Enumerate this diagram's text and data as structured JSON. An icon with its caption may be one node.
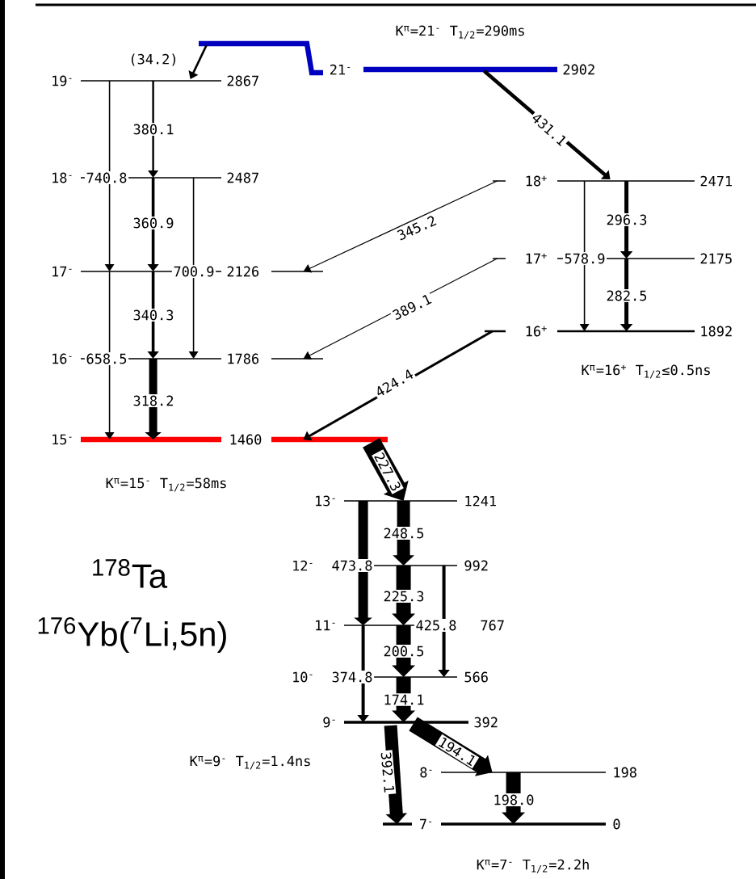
{
  "diagram": {
    "nodes": [
      {
        "text": [
          "21$^{-}$",
          "2902"
        ]
      },
      {
        "text": [
          "19$^{-}$",
          "2867"
        ]
      },
      {
        "text": [
          "18$^{-}$",
          "2487"
        ]
      },
      {
        "text": [
          "18$^{+}$",
          "2471"
        ]
      },
      {
        "text": [
          "17$^{+}$",
          "2175"
        ]
      },
      {
        "text": [
          "17$^{-}$",
          "2126"
        ]
      },
      {
        "text": [
          "16$^{+}$",
          "1892"
        ]
      },
      {
        "text": [
          "16$^{-}$",
          "1786"
        ]
      },
      {
        "text": [
          "15$^{-}$",
          "1460"
        ]
      },
      {
        "text": [
          "13$^{-}$",
          "1241"
        ]
      },
      {
        "text": [
          "12$^{-}$",
          "992"
        ]
      },
      {
        "text": [
          "11$^{-}$",
          "767"
        ]
      },
      {
        "text": [
          "10$^{-}$",
          "566"
        ]
      },
      {
        "text": [
          "9$^{-}$",
          "392"
        ]
      },
      {
        "text": [
          "8$^{-}$",
          "198"
        ]
      },
      {
        "text": [
          "7$^{-}$",
          "0"
        ]
      }
    ],
    "edges": [
      {
        "from": 0,
        "to": 1,
        "arrow": "to",
        "label": "(34.2)"
      },
      {
        "from": 0,
        "to": 3,
        "arrow": "to",
        "label": "431.1"
      },
      {
        "from": 1,
        "to": 2,
        "arrow": "to",
        "label": "380.1"
      },
      {
        "from": 1,
        "to": 5,
        "arrow": "to",
        "label": "740.8"
      },
      {
        "from": 2,
        "to": 5,
        "arrow": "to",
        "label": "360.9"
      },
      {
        "from": 2,
        "to": 7,
        "arrow": "to",
        "label": "700.9"
      },
      {
        "from": 3,
        "to": 5,
        "arrow": "to",
        "label": "345.2"
      },
      {
        "from": 3,
        "to": 4,
        "arrow": "to",
        "label": "296.3"
      },
      {
        "from": 3,
        "to": 6,
        "arrow": "to",
        "label": "578.9"
      },
      {
        "from": 4,
        "to": 7,
        "arrow": "to",
        "label": "389.1"
      },
      {
        "from": 4,
        "to": 6,
        "arrow": "to",
        "label": "282.5"
      },
      {
        "from": 5,
        "to": 7,
        "arrow": "to",
        "label": "340.3"
      },
      {
        "from": 5,
        "to": 8,
        "arrow": "to",
        "label": "658.5"
      },
      {
        "from": 6,
        "to": 8,
        "arrow": "to",
        "label": "424.4"
      },
      {
        "from": 7,
        "to": 8,
        "arrow": "to",
        "label": "318.2",
        "style": "thick"
      },
      {
        "from": 8,
        "to": 9,
        "arrow": "to",
        "label": "227.3",
        "style": "thick"
      },
      {
        "from": 9,
        "to": 10,
        "arrow": "to",
        "label": "248.5",
        "style": "thick"
      },
      {
        "from": 9,
        "to": 11,
        "arrow": "to",
        "label": "473.8",
        "style": "thick"
      },
      {
        "from": 10,
        "to": 11,
        "arrow": "to",
        "label": "225.3",
        "style": "thick"
      },
      {
        "from": 10,
        "to": 12,
        "arrow": "to",
        "label": "425.8"
      },
      {
        "from": 11,
        "to": 12,
        "arrow": "to",
        "label": "200.5",
        "style": "thick"
      },
      {
        "from": 11,
        "to": 13,
        "arrow": "to",
        "label": "374.8"
      },
      {
        "from": 12,
        "to": 13,
        "arrow": "to",
        "label": "174.1",
        "style": "thick"
      },
      {
        "from": 13,
        "to": 15,
        "arrow": "to",
        "label": "392.1",
        "style": "thick"
      },
      {
        "from": 13,
        "to": 14,
        "arrow": "to",
        "label": "194.1",
        "style": "thick"
      },
      {
        "from": 14,
        "to": 15,
        "arrow": "to",
        "label": "198.0",
        "style": "thick"
      }
    ],
    "labels": [
      "K$^{π}$=21$^{-}$ T$_{1/2}$=290ms",
      "K$^{π}$=16$^{+}$ T$_{1/2}$≤0.5ns",
      "K$^{π}$=15$^{-}$ T$_{1/2}$=58ms",
      "$^{178}$Ta",
      "$^{176}$Yb($^{7}$Li,5n)",
      "K$^{π}$=9$^{-}$ T$_{1/2}$=1.4ns",
      "K$^{π}$=7$^{-}$ T$_{1/2}$=2.2h"
    ]
  }
}
